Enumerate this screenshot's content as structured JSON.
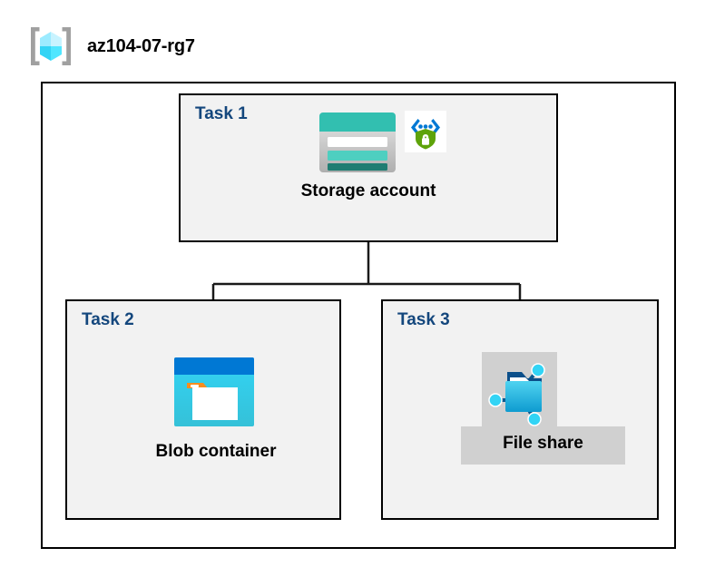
{
  "resource_group": {
    "title": "az104-07-rg7",
    "icon": "azure-resource-group-icon"
  },
  "colors": {
    "task_label": "#14477D",
    "panel_fill": "#F2F2F2",
    "border": "#000000",
    "highlight_block": "#D0D0D0",
    "blob_titlebar": "#0078D4",
    "blob_body": "#32D4F5",
    "blob_tab": "#F78D1E",
    "storage_header": "#32BFB0",
    "storage_stripe_dark": "#1F7D72",
    "shield_green": "#5EA30A",
    "chevron_blue": "#0078D4",
    "fileshare_folder": "#32BEDD",
    "fileshare_node": "#32D4F5"
  },
  "tasks": [
    {
      "label": "Task 1",
      "resource_label": "Storage account",
      "icons": [
        "storage-account-icon",
        "encryption-shield-icon"
      ]
    },
    {
      "label": "Task 2",
      "resource_label": "Blob container",
      "icons": [
        "blob-container-icon"
      ]
    },
    {
      "label": "Task 3",
      "resource_label": "File share",
      "icons": [
        "file-share-icon"
      ]
    }
  ],
  "connections": [
    {
      "from": "Storage account",
      "to": "Blob container"
    },
    {
      "from": "Storage account",
      "to": "File share"
    }
  ]
}
